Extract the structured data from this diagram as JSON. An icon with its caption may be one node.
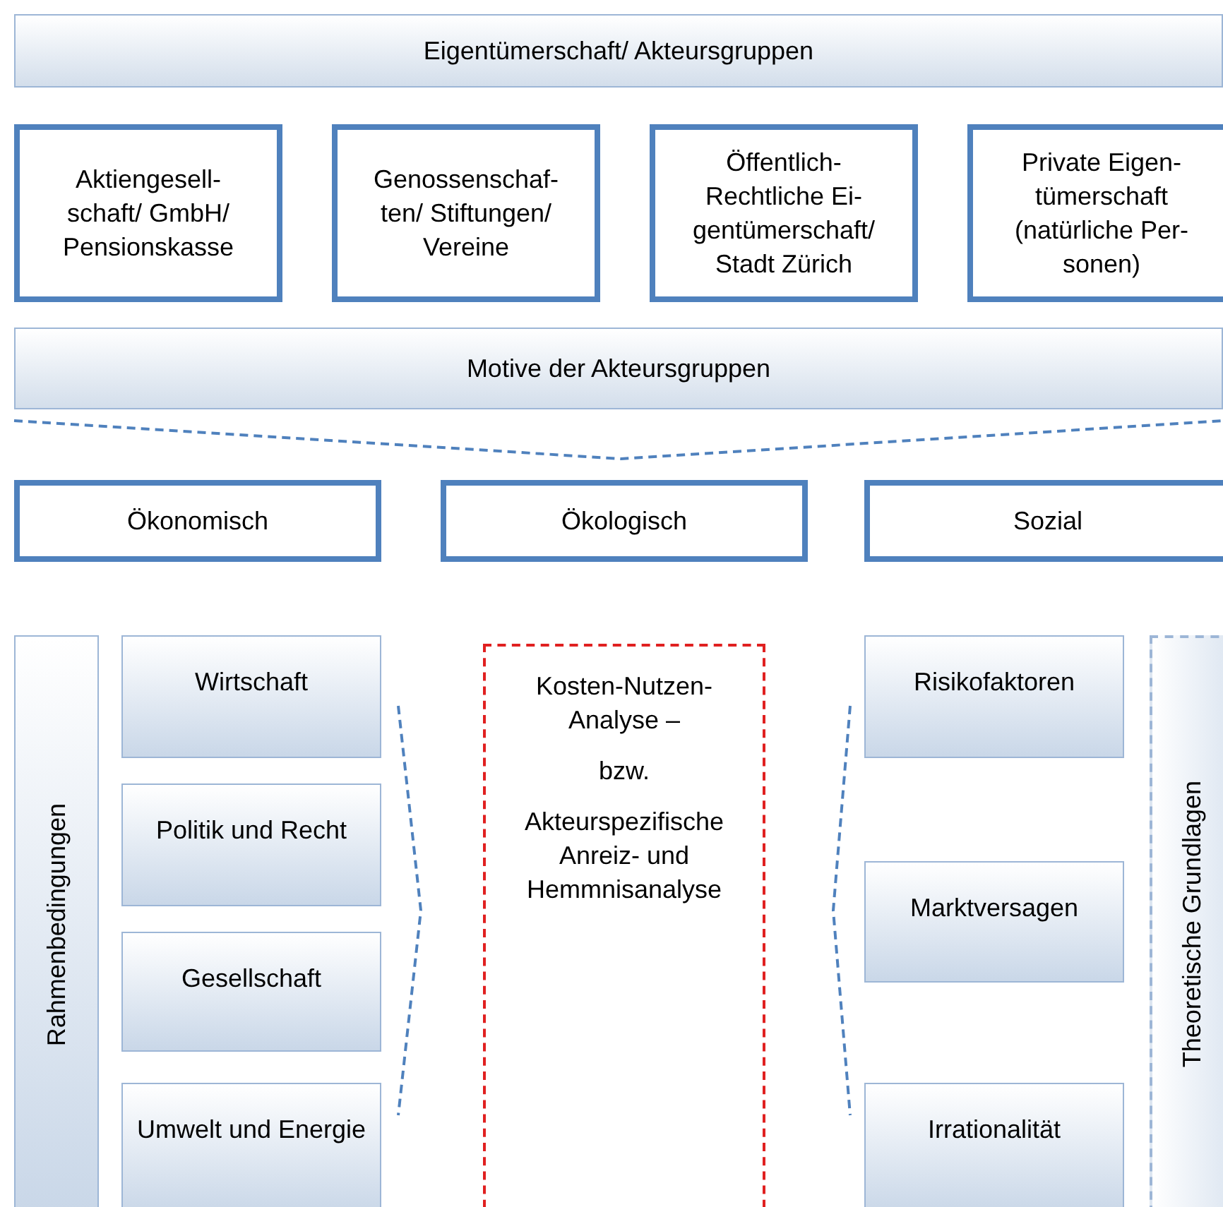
{
  "diagram": {
    "nodes": [
      {
        "text": [
          "Eigentümerschaft/ Akteursgruppen"
        ]
      },
      {
        "text": [
          "Aktiengesell- schaft/ GmbH/ Pensionskasse"
        ]
      },
      {
        "text": [
          "Genossenschaf- ten/ Stiftungen/ Vereine"
        ]
      },
      {
        "text": [
          "Öffentlich- Rechtliche Ei- gentümerschaft/ Stadt Zürich"
        ]
      },
      {
        "text": [
          "Private Eigen- tümerschaft (natürliche Per- sonen)"
        ]
      },
      {
        "text": [
          "Motive der Akteursgruppen"
        ]
      },
      {
        "text": [
          "Ökonomisch"
        ]
      },
      {
        "text": [
          "Ökologisch"
        ]
      },
      {
        "text": [
          "Sozial"
        ]
      },
      {
        "text": [
          "Rahmenbedingungen"
        ]
      },
      {
        "text": [
          "Wirtschaft"
        ]
      },
      {
        "text": [
          "Politik und Recht"
        ]
      },
      {
        "text": [
          "Gesellschaft"
        ]
      },
      {
        "text": [
          "Umwelt und Energie"
        ]
      },
      {
        "text": [
          "Kosten-Nutzen- Analyse –",
          "bzw.",
          "Akteurspezifische Anreiz- und Hemmnisanalyse"
        ]
      },
      {
        "text": [
          "Risikofaktoren"
        ]
      },
      {
        "text": [
          "Marktversagen"
        ]
      },
      {
        "text": [
          "Irrationalität"
        ]
      },
      {
        "text": [
          "Theoretische Grundlagen"
        ]
      }
    ]
  }
}
